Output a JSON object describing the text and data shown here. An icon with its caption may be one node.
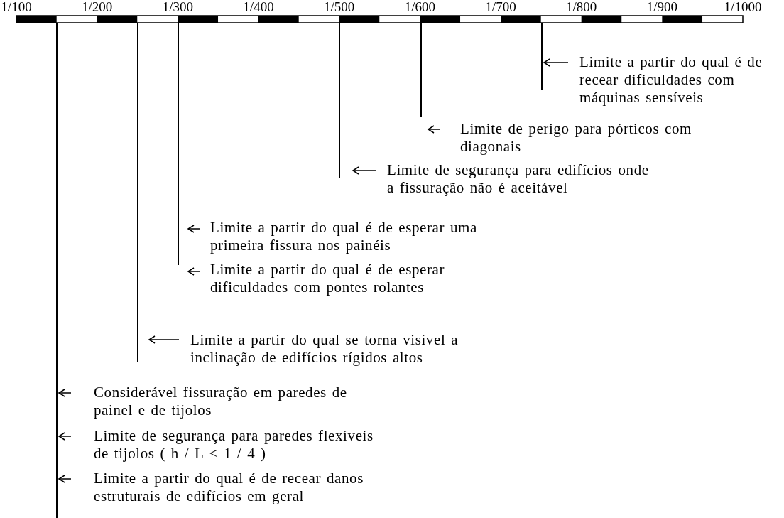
{
  "diagram": {
    "nodes": [
      {
        "text": [],
        "shape": "bar"
      },
      {
        "text": [],
        "shape": "bar"
      },
      {
        "text": [],
        "shape": "bar"
      },
      {
        "text": [],
        "shape": "bar"
      },
      {
        "text": [],
        "shape": "bar"
      },
      {
        "text": [],
        "shape": "bar"
      },
      {
        "text": [
          "Limite a partir do qual é de recear dificuldades com máquinas sensíveis"
        ]
      },
      {
        "text": [
          "Limite de perigo para pórticos com diagonais"
        ]
      },
      {
        "text": [
          "Limite de segurança para edifícios onde a fissuração não é aceitável"
        ]
      },
      {
        "text": [
          "Limite a partir do qual é de esperar uma primeira fissura nos painéis"
        ]
      },
      {
        "text": [
          "Limite a partir do qual é de esperar dificuldades com pontes rolantes"
        ]
      },
      {
        "text": [
          "Limite a partir do qual se torna visível a inclinação de edifícios rígidos altos"
        ]
      },
      {
        "text": [
          "Considerável fissuração em paredes de painel e de tijolos"
        ]
      },
      {
        "text": [
          "Limite de segurança para paredes flexíveis de tijolos ( h / L < 1 / 4 )"
        ]
      },
      {
        "text": [
          "Limite a partir do qual é de recear danos estruturais de edifícios em geral"
        ]
      }
    ],
    "edges": [
      {
        "from": 6,
        "to": 5,
        "arrow": "to"
      },
      {
        "from": 7,
        "to": 4,
        "arrow": "to"
      },
      {
        "from": 8,
        "to": 3,
        "arrow": "to"
      },
      {
        "from": 9,
        "to": 2,
        "arrow": "to"
      },
      {
        "from": 10,
        "to": 2,
        "arrow": "to"
      },
      {
        "from": 11,
        "to": 1,
        "arrow": "to"
      },
      {
        "from": 12,
        "to": 0,
        "arrow": "to"
      },
      {
        "from": 13,
        "to": 0,
        "arrow": "to"
      },
      {
        "from": 14,
        "to": 0,
        "arrow": "to"
      }
    ],
    "labels": [
      "1/100",
      "1/200",
      "1/300",
      "1/400",
      "1/500",
      "1/600",
      "1/700",
      "1/800",
      "1/900",
      "1/1000"
    ]
  }
}
